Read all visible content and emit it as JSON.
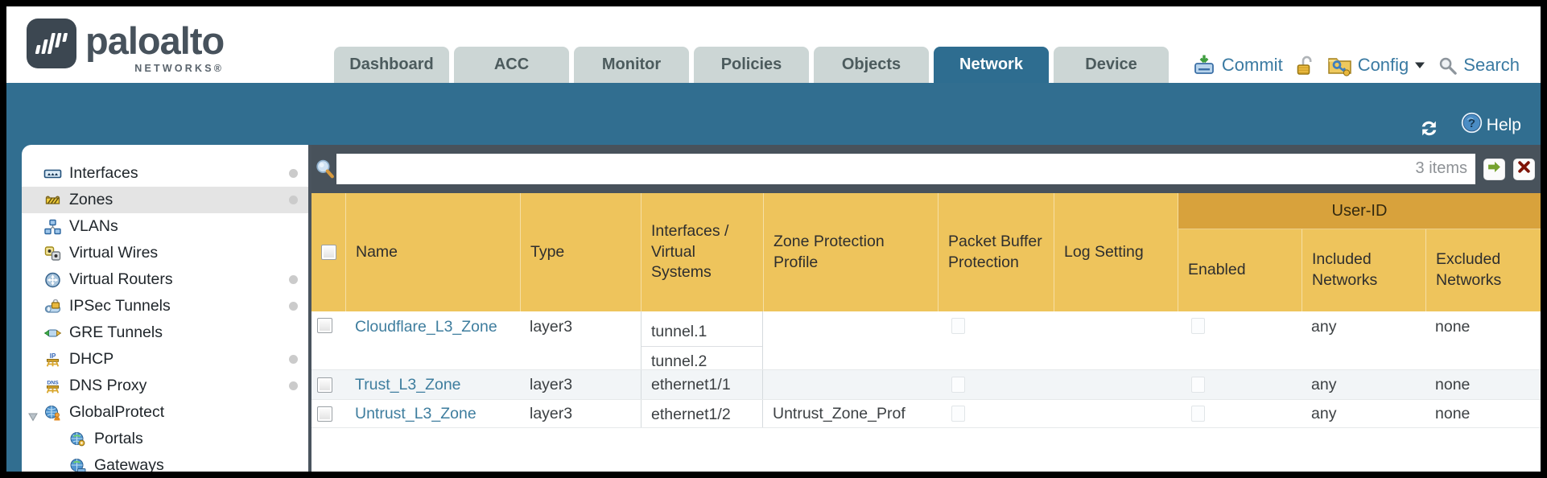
{
  "brand": {
    "name": "paloalto",
    "sub": "NETWORKS®"
  },
  "tabs": [
    {
      "label": "Dashboard",
      "active": false
    },
    {
      "label": "ACC",
      "active": false
    },
    {
      "label": "Monitor",
      "active": false
    },
    {
      "label": "Policies",
      "active": false
    },
    {
      "label": "Objects",
      "active": false
    },
    {
      "label": "Network",
      "active": true
    },
    {
      "label": "Device",
      "active": false
    }
  ],
  "toolbar": {
    "commit": "Commit",
    "config": "Config",
    "search": "Search"
  },
  "teal_bar": {
    "help": "Help"
  },
  "sidebar": {
    "items": [
      {
        "label": "Interfaces",
        "icon": "interfaces-icon",
        "dot": true
      },
      {
        "label": "Zones",
        "icon": "zones-icon",
        "dot": true,
        "selected": true
      },
      {
        "label": "VLANs",
        "icon": "vlans-icon"
      },
      {
        "label": "Virtual Wires",
        "icon": "virtual-wires-icon"
      },
      {
        "label": "Virtual Routers",
        "icon": "virtual-routers-icon",
        "dot": true
      },
      {
        "label": "IPSec Tunnels",
        "icon": "ipsec-tunnels-icon",
        "dot": true
      },
      {
        "label": "GRE Tunnels",
        "icon": "gre-tunnels-icon"
      },
      {
        "label": "DHCP",
        "icon": "dhcp-icon",
        "dot": true
      },
      {
        "label": "DNS Proxy",
        "icon": "dns-proxy-icon",
        "dot": true
      },
      {
        "label": "GlobalProtect",
        "icon": "globalprotect-icon",
        "caret": true
      },
      {
        "label": "Portals",
        "icon": "portals-icon",
        "indent": true
      },
      {
        "label": "Gateways",
        "icon": "gateways-icon",
        "indent": true
      }
    ]
  },
  "filter": {
    "value": "",
    "count": "3 items"
  },
  "table": {
    "group_header": "User-ID",
    "columns": [
      "",
      "Name",
      "Type",
      "Interfaces / Virtual Systems",
      "Zone Protection Profile",
      "Packet Buffer Protection",
      "Log Setting",
      "Enabled",
      "Included Networks",
      "Excluded Networks"
    ],
    "rows": [
      {
        "name": "Cloudflare_L3_Zone",
        "type": "layer3",
        "interfaces": [
          "tunnel.1",
          "tunnel.2"
        ],
        "zone_protection_profile": "",
        "packet_buffer_protection_checked": false,
        "log_setting": "",
        "enabled_checked": false,
        "included_networks": "any",
        "excluded_networks": "none",
        "alt": false
      },
      {
        "name": "Trust_L3_Zone",
        "type": "layer3",
        "interfaces": [
          "ethernet1/1"
        ],
        "zone_protection_profile": "",
        "packet_buffer_protection_checked": false,
        "log_setting": "",
        "enabled_checked": false,
        "included_networks": "any",
        "excluded_networks": "none",
        "alt": true
      },
      {
        "name": "Untrust_L3_Zone",
        "type": "layer3",
        "interfaces": [
          "ethernet1/2"
        ],
        "zone_protection_profile": "Untrust_Zone_Prof",
        "packet_buffer_protection_checked": false,
        "log_setting": "",
        "enabled_checked": false,
        "included_networks": "any",
        "excluded_networks": "none",
        "alt": false
      }
    ]
  },
  "colors": {
    "teal": "#316e90",
    "slate": "#48525b",
    "header_amber": "#eec45c",
    "header_amber_dark": "#d8a23c",
    "link_blue": "#3e7d9e",
    "active_tab": "#2e6d90"
  }
}
